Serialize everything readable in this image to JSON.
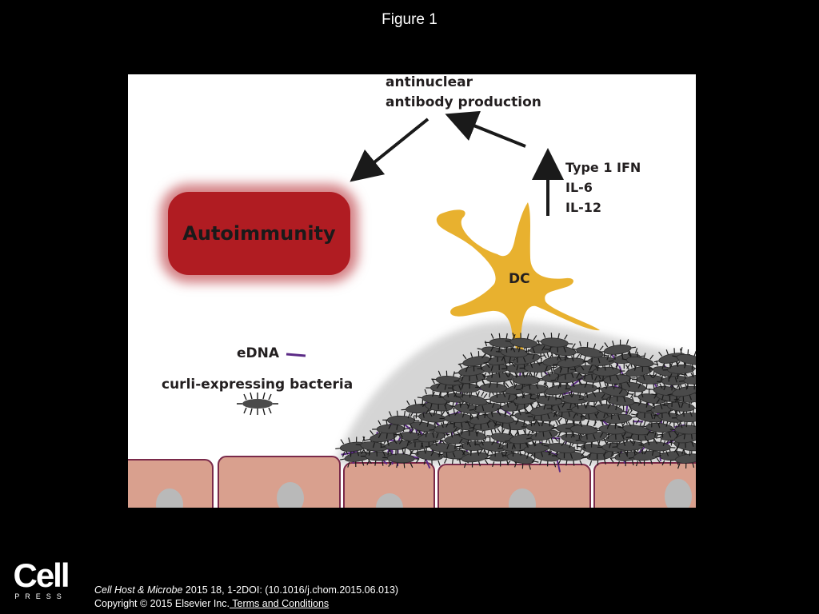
{
  "slide": {
    "title": "Figure 1"
  },
  "figure": {
    "labels": {
      "antinuclear_line1": "antinuclear",
      "antinuclear_line2": "antibody production",
      "cytokines": [
        "Type 1 IFN",
        "IL-6",
        "IL-12"
      ],
      "autoimmunity": "Autoimmunity",
      "dc": "DC",
      "edna": "eDNA",
      "curli_bacteria": "curli-expressing bacteria"
    },
    "colors": {
      "autoimmunity_box": "#b01c22",
      "dendritic_cell": "#e8b12f",
      "bacteria": "#4a4a4a",
      "edna_fiber": "#5b2a86",
      "epithelium": "#d9a08e",
      "nucleus": "#b9b9b9",
      "arrow": "#1a1a1a"
    }
  },
  "footer": {
    "logo_word": "Cell",
    "logo_sub": "PRESS",
    "journal": "Cell Host & Microbe",
    "citation_rest": " 2015 18, 1-2DOI: (10.1016/j.chom.2015.06.013)",
    "copyright": "Copyright © 2015 Elsevier Inc.",
    "terms_link": " Terms and Conditions"
  }
}
